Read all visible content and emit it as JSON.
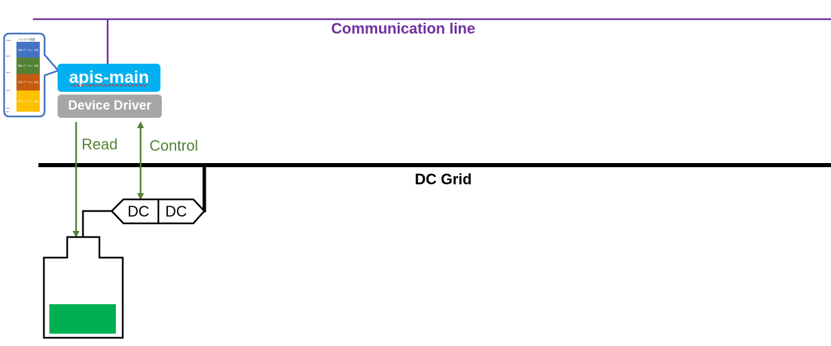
{
  "labels": {
    "communication": "Communication line",
    "dc_grid": "DC Grid",
    "read": "Read",
    "control": "Control",
    "apis_main": "apis-main",
    "device_driver": "Device Driver",
    "converter_left": "DC",
    "converter_right": "DC"
  },
  "battery_callout": {
    "title": "バッテリ残量",
    "ticks": [
      "100%",
      "80%",
      "60%",
      "40%",
      "20%",
      "0%"
    ],
    "segments": [
      "余剰ステータス：送電",
      "通常ステータス：自給",
      "不足ステータス：受電",
      "不足ステータス：受電"
    ]
  },
  "colors": {
    "communication": "#7030a0",
    "signal": "#548235",
    "apis_main": "#00b0f0",
    "device_driver": "#a6a6a6",
    "battery_fill": "#00b050",
    "callout_border": "#4472c4"
  }
}
